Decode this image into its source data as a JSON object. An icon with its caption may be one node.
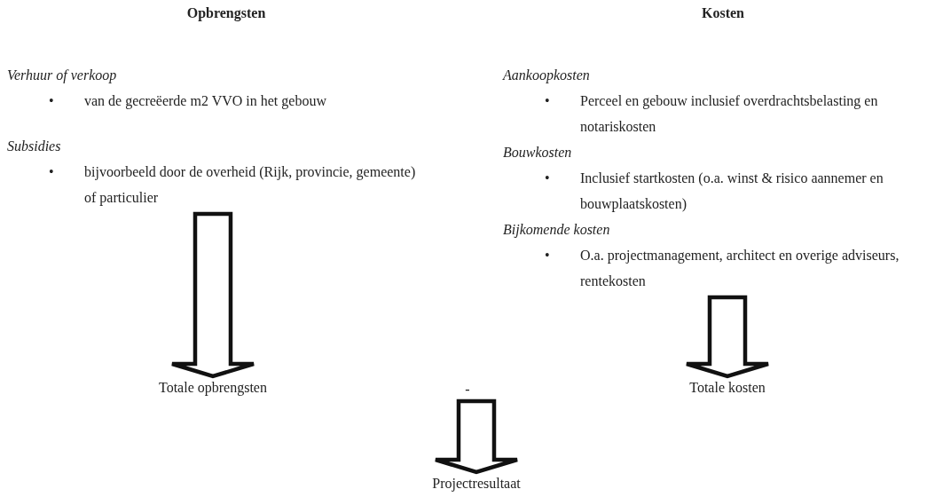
{
  "diagram": {
    "nodes": [
      {
        "text": [
          "Opbrengsten",
          "Verhuur of verkoop",
          "•",
          "van de gecreëerde m2 VVO in het gebouw",
          "Subsidies",
          "•",
          "bijvoorbeeld door de overheid (Rijk, provincie, gemeente) of particulier"
        ]
      },
      {
        "text": [
          "Kosten",
          "Aankoopkosten",
          "•",
          "Perceel en gebouw inclusief overdrachtsbelasting en notariskosten",
          "Bouwkosten",
          "•",
          "Inclusief startkosten (o.a. winst & risico aannemer en bouwplaatskosten)",
          "Bijkomende kosten",
          "•",
          "O.a. projectmanagement, architect en overige adviseurs, rentekosten"
        ]
      },
      {
        "text": [
          "Totale opbrengsten"
        ]
      },
      {
        "text": [
          "-"
        ]
      },
      {
        "text": [
          "Totale kosten"
        ]
      },
      {
        "text": [
          "Projectresultaat"
        ]
      }
    ],
    "edges": [
      {
        "from": 0,
        "to": 2,
        "arrow": "to",
        "style": "thick"
      },
      {
        "from": 1,
        "to": 4,
        "arrow": "to",
        "style": "thick"
      },
      {
        "from": 3,
        "to": 5,
        "arrow": "to",
        "style": "thick"
      }
    ]
  }
}
